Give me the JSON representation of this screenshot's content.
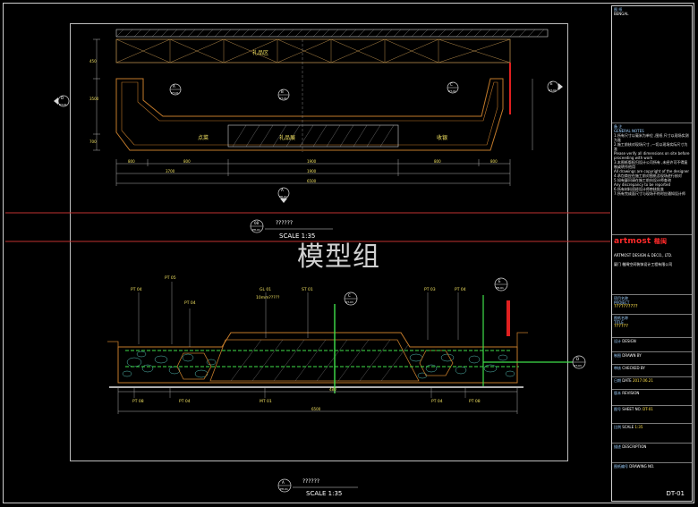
{
  "watermark": "模型组",
  "top_view": {
    "labels": {
      "gift_area": "礼品区",
      "point": "点菜",
      "gift_display": "礼品展",
      "cashier": "收银"
    },
    "dims_bottom": [
      "800",
      "800",
      "1900",
      "800",
      "800"
    ],
    "dims_bottom_2": [
      "3700",
      "1900"
    ],
    "dims_total": "6500",
    "dims_left": [
      "450",
      "3500",
      "700"
    ],
    "title_marker": {
      "num": "08",
      "sheet": "PH-01"
    },
    "title": "??????",
    "scale": "SCALE 1:35"
  },
  "section_view": {
    "tags_top": [
      "PT 04",
      "PT 05",
      "PT 04",
      "GL 01",
      "ST 01",
      "PT 03",
      "PT 04"
    ],
    "subtitle": "10mm?????",
    "tags_bottom": [
      "PT 08",
      "PT 04",
      "MT 01",
      "PT 04",
      "PT 08"
    ],
    "dims_bottom": [
      "480",
      "6500"
    ],
    "markers": {
      "c": "C",
      "c_sheet": "DT-03",
      "d": "D",
      "d_sheet": "DT-03",
      "e": "E",
      "e_sheet": "PH-01"
    },
    "title_marker": {
      "num": "A",
      "sheet": "PH-01"
    },
    "title": "??????",
    "scale": "SCALE 1:35"
  },
  "markers_top": [
    {
      "label": "A",
      "sheet": "DT-01"
    },
    {
      "label": "B",
      "sheet": "DT-01"
    },
    {
      "label": "C",
      "sheet": "DT-01"
    },
    {
      "label": "D",
      "sheet": "DT-01"
    },
    {
      "label": "E",
      "sheet": "DT-01"
    },
    {
      "label": "A",
      "sheet": "PH-01"
    }
  ],
  "title_block": {
    "top_key": "图 纸",
    "top_val": "BENGAL",
    "notes_head": "备 注",
    "notes_head_en": "GENERAL NOTES",
    "notes": "1.所有尺寸以毫米为单位 ,图纸 尺寸以现场实测为准\n2.施工前核对现场尺寸 ,一切以现场实际尺寸为准\nPlease verify all dimensions on site before proceeding with work\n3.本图纸版权归设计公司所有 ,未经许可不得复制或转作他用\nAll drawings are copyright of the designer\n4.承包商应在施工前对图纸及现场进行核对\n5.如有疑问请在施工前向设计师查询\nAny discrepancy to be reported\n6.所有材料须经设计师审核批准\n7.所有完成面尺寸与现场不符时应通知设计师",
    "brand": "artmost",
    "brand_cn": "楷闽",
    "company_en": "ARTMOST DESIGN & DECO., LTD.",
    "company_cn": "厦门 楷闽空间装饰设计工程有限公司",
    "project_key": "项目名称",
    "project_en": "PROJECT",
    "project_val": "??????????",
    "drawing_key": "图纸名称",
    "drawing_en": "TITLE",
    "drawing_val": "??????",
    "rows": [
      {
        "k": "设计",
        "v": "DESIGN"
      },
      {
        "k": "制图",
        "v": "DRAWN BY"
      },
      {
        "k": "审核",
        "v": "CHECKED BY"
      },
      {
        "k": "日期",
        "v": "DATE",
        "y": "2017.06.21"
      },
      {
        "k": "版本",
        "v": "REVISION"
      },
      {
        "k": "图号",
        "v": "SHEET NO.",
        "y": "DT-01"
      },
      {
        "k": "比例",
        "v": "SCALE",
        "y": "1:35"
      },
      {
        "k": "描述",
        "v": "DESCRIPTION"
      },
      {
        "k": "图纸编号",
        "v": "DRAWING NO."
      }
    ],
    "drawing_no": "DT-01"
  }
}
